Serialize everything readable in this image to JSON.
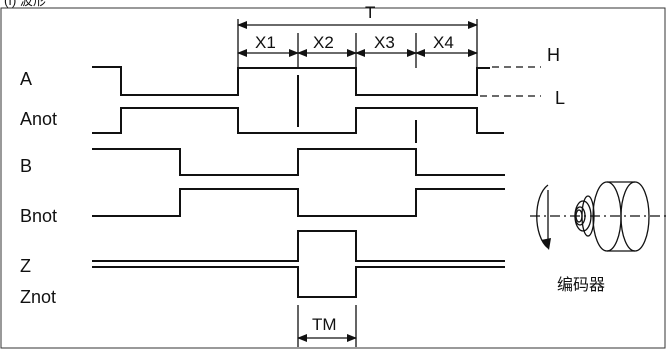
{
  "header": {
    "text": "(f) 波形"
  },
  "signals": {
    "a": "A",
    "anot": "Anot",
    "b": "B",
    "bnot": "Bnot",
    "z": "Z",
    "znot": "Znot"
  },
  "levels": {
    "high": "H",
    "low": "L"
  },
  "dimensions": {
    "period": "T",
    "x1": "X1",
    "x2": "X2",
    "x3": "X3",
    "x4": "X4",
    "z_width": "TM"
  },
  "encoder": {
    "caption": "编码器"
  }
}
